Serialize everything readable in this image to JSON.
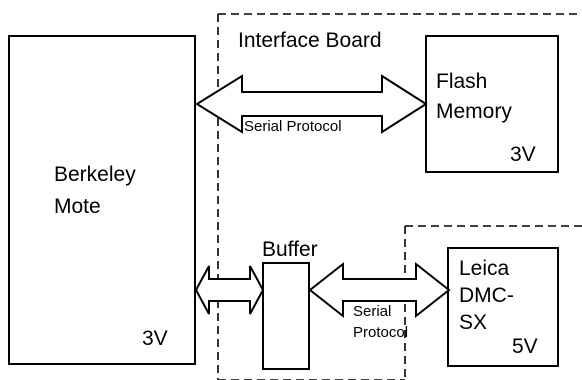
{
  "interface_board": {
    "title": "Interface Board"
  },
  "berkeley_mote": {
    "name_line1": "Berkeley",
    "name_line2": "Mote",
    "voltage": "3V"
  },
  "flash_memory": {
    "name_line1": "Flash",
    "name_line2": "Memory",
    "voltage": "3V"
  },
  "buffer": {
    "name": "Buffer"
  },
  "leica_camera": {
    "name_line1": "Leica",
    "name_line2": "DMC-",
    "name_line3": "SX",
    "voltage": "5V"
  },
  "links": {
    "top_link_label": "Serial Protocol",
    "bottom_link_label_line1": "Serial",
    "bottom_link_label_line2": "Protocol"
  }
}
